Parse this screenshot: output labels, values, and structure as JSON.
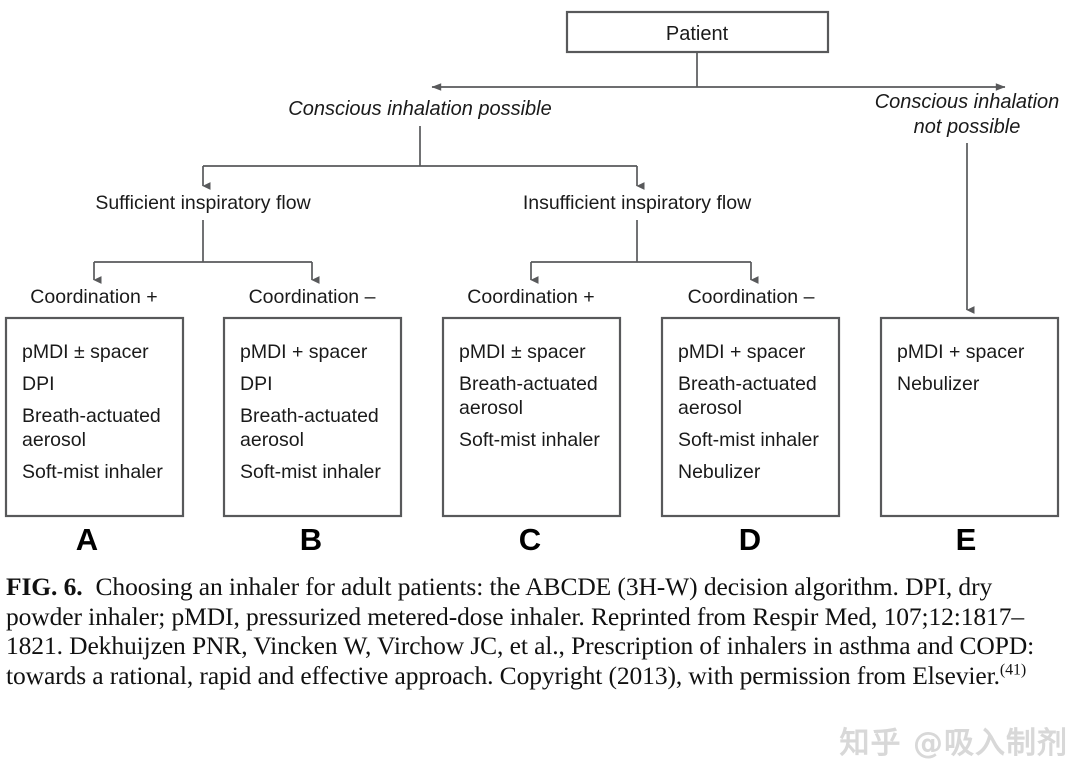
{
  "figure": {
    "root": {
      "label": "Patient"
    },
    "branches": [
      {
        "id": "left",
        "label": "Conscious inhalation possible"
      },
      {
        "id": "right",
        "label_line1": "Conscious inhalation",
        "label_line2": "not possible"
      }
    ],
    "flow_nodes": [
      {
        "id": "sufficient",
        "label": "Sufficient inspiratory flow"
      },
      {
        "id": "insufficient",
        "label": "Insufficient inspiratory flow"
      }
    ],
    "coordination_nodes": [
      {
        "id": "coord-a",
        "label": "Coordination +"
      },
      {
        "id": "coord-b",
        "label": "Coordination –"
      },
      {
        "id": "coord-c",
        "label": "Coordination +"
      },
      {
        "id": "coord-d",
        "label": "Coordination –"
      }
    ],
    "option_boxes": [
      {
        "letter": "A",
        "items": [
          "pMDI ± spacer",
          "DPI",
          "Breath-actuated\naerosol",
          "Soft-mist inhaler"
        ]
      },
      {
        "letter": "B",
        "items": [
          "pMDI + spacer",
          "DPI",
          "Breath-actuated\naerosol",
          "Soft-mist inhaler"
        ]
      },
      {
        "letter": "C",
        "items": [
          "pMDI ± spacer",
          "Breath-actuated\naerosol",
          "Soft-mist inhaler"
        ]
      },
      {
        "letter": "D",
        "items": [
          "pMDI + spacer",
          "Breath-actuated\naerosol",
          "Soft-mist inhaler",
          "Nebulizer"
        ]
      },
      {
        "letter": "E",
        "items": [
          "pMDI + spacer",
          "Nebulizer"
        ]
      }
    ]
  },
  "caption": {
    "fig_label": "FIG. 6.",
    "text_part1": "Choosing an inhaler for adult patients: the ABCDE (3H-W) decision algorithm. DPI, dry powder inhaler; pMDI, pressurized metered-dose inhaler. Reprinted from Respir Med, 107;12:1817–1821. Dekhuijzen PNR, Vincken W, Virchow JC, et al., Prescription of inhalers in asthma and COPD: towards a rational, rapid and effective approach. Copyright (2013), with permission from Elsevier.",
    "reference_marker": "(41)"
  },
  "watermark": {
    "text": "知乎 @吸入制剂"
  },
  "colors": {
    "box_stroke": "#58595b",
    "connector": "#58595b",
    "text": "#1a1a1a",
    "caption_text": "#111111",
    "watermark": "#d8d8d8",
    "background": "#ffffff"
  }
}
